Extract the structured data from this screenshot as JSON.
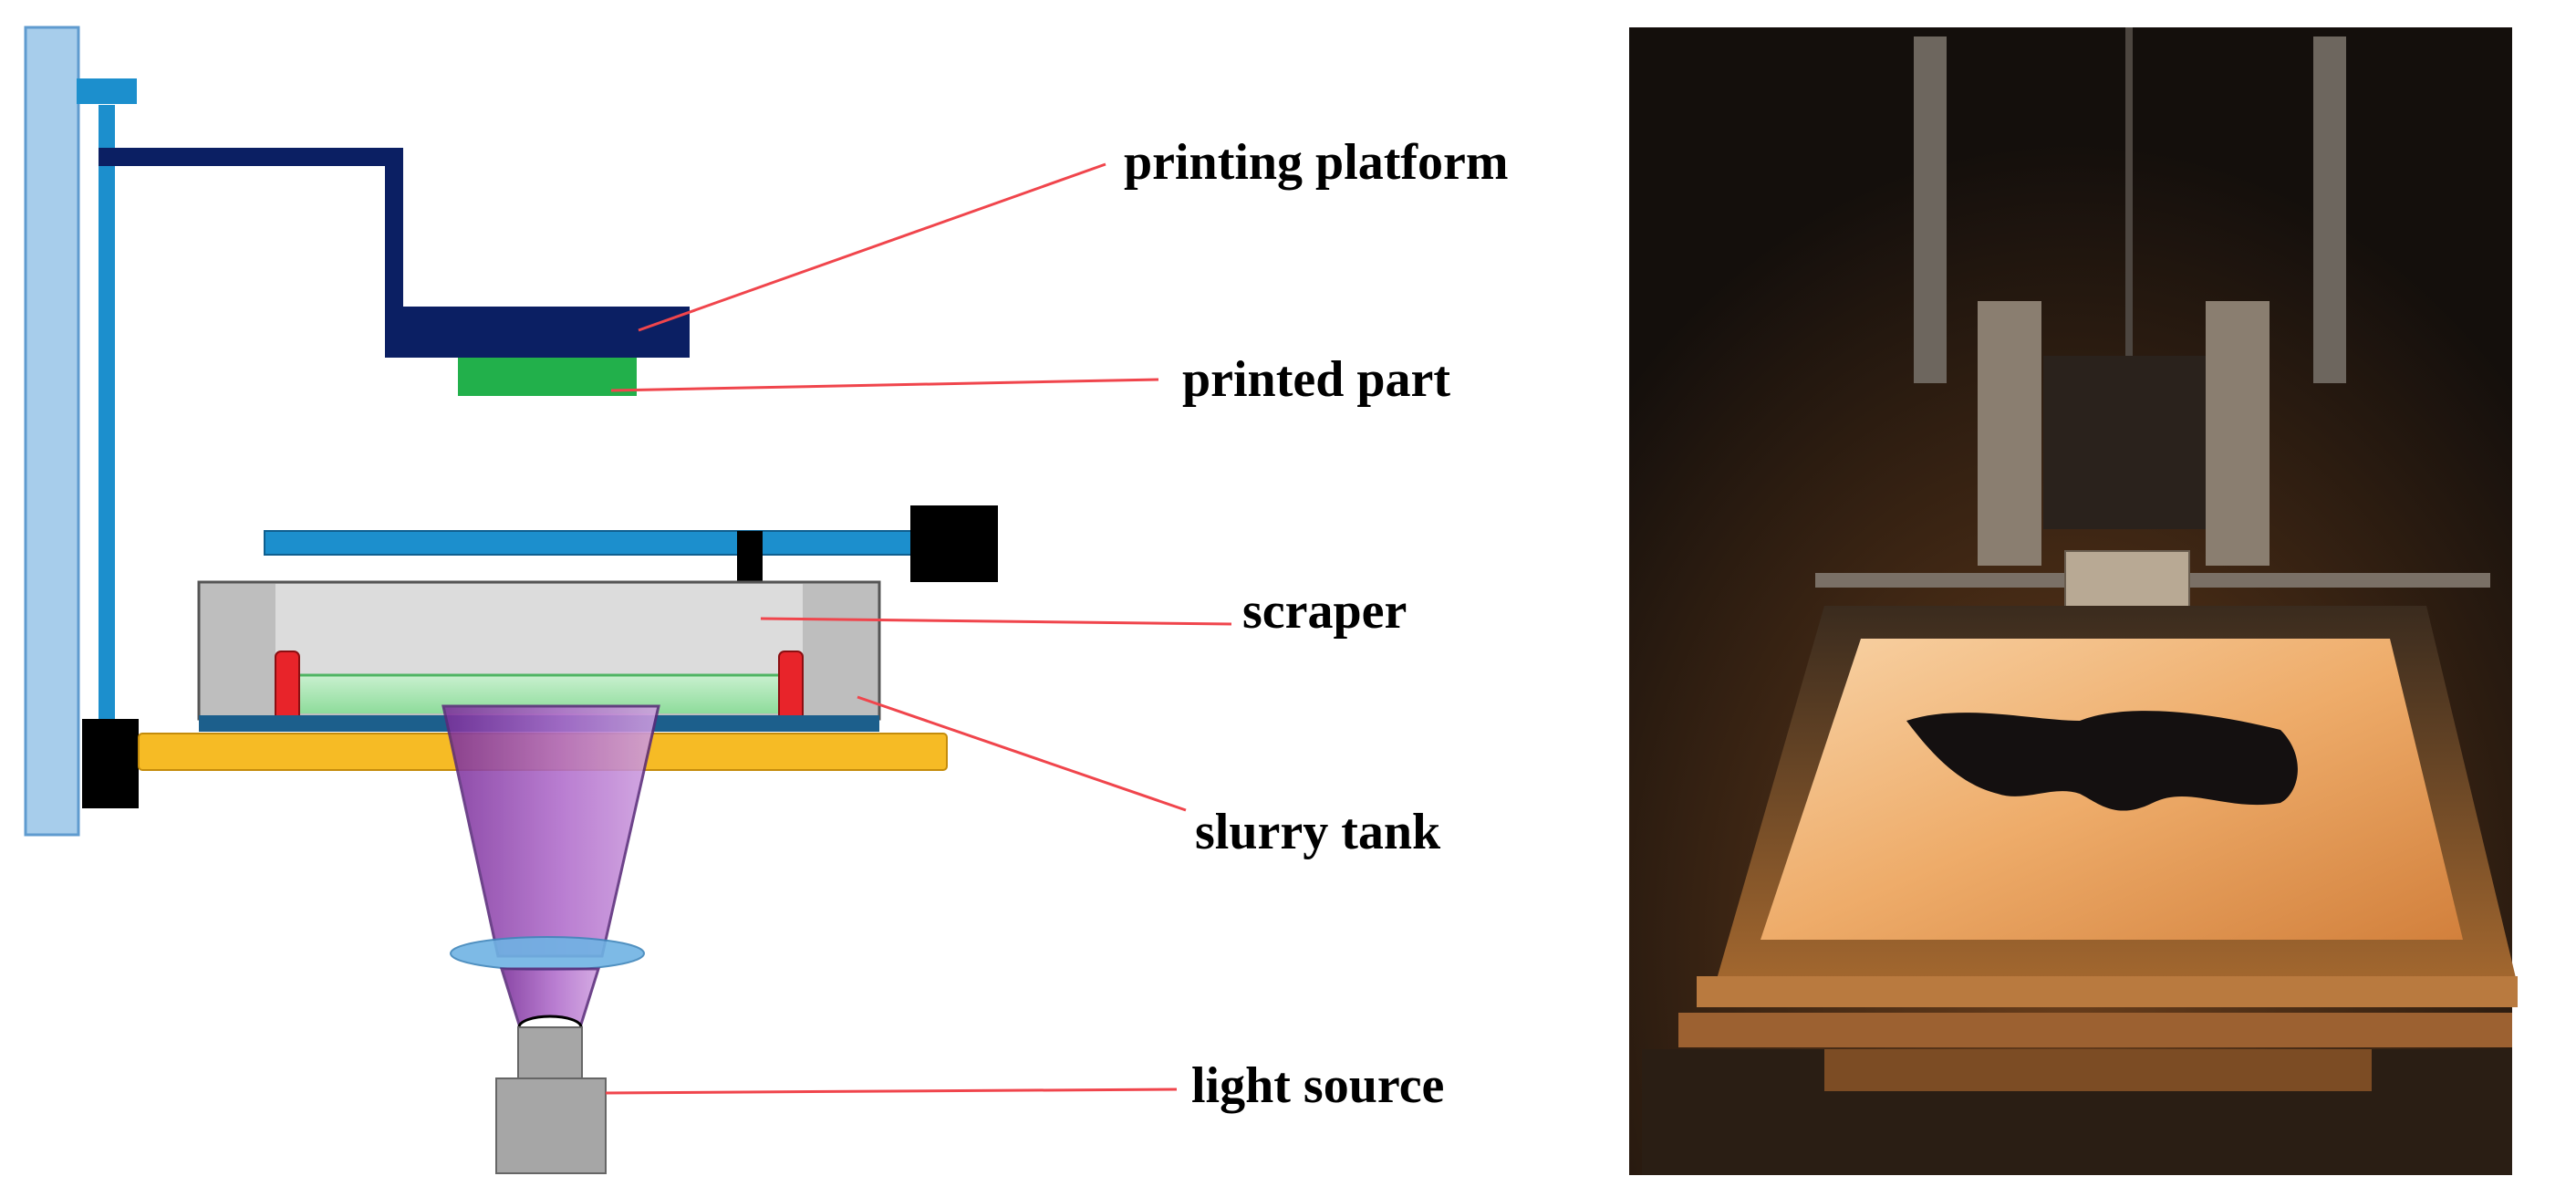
{
  "labels": {
    "printing_platform": "printing platform",
    "printed_part": "printed part",
    "scraper": "scraper",
    "slurry_tank": "slurry tank",
    "light_source": "light source"
  },
  "colors": {
    "wall": "#a7cdeb",
    "rail": "#1c8fcd",
    "platform": "#0b1f63",
    "part": "#22b04b",
    "tank_body": "#bebebe",
    "tank_inner": "#dcdcdc",
    "slurry": "#a8e6b0",
    "seal": "#e8242a",
    "tank_base": "#1c5f8c",
    "base_plate": "#f6bb25",
    "beam": "#a052c0",
    "lens": "#6fb3e4",
    "light_block": "#a6a6a6",
    "leader_line": "#f0454c",
    "photo_bg": "#191512"
  },
  "photo": {
    "description_icon": "3d-printer-photo"
  }
}
